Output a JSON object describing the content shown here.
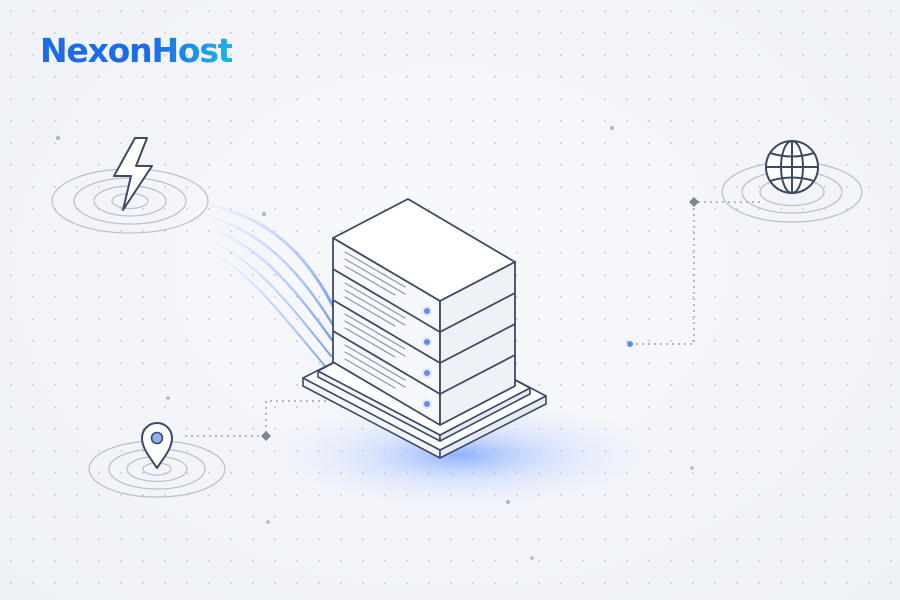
{
  "brand": {
    "name_part1": "Nexon",
    "name_part2": "Host",
    "color_start": "#1a6ce8",
    "color_end": "#1fb2ee"
  },
  "illustration": {
    "center": "server-rack",
    "server_units": 4,
    "nodes": [
      "lightning-bolt-icon",
      "globe-icon",
      "location-pin-icon"
    ],
    "colors": {
      "line": "#3c4a63",
      "accent": "#5b8fea",
      "glow": "#7ea6ff",
      "connector": "#8a93a3"
    }
  }
}
